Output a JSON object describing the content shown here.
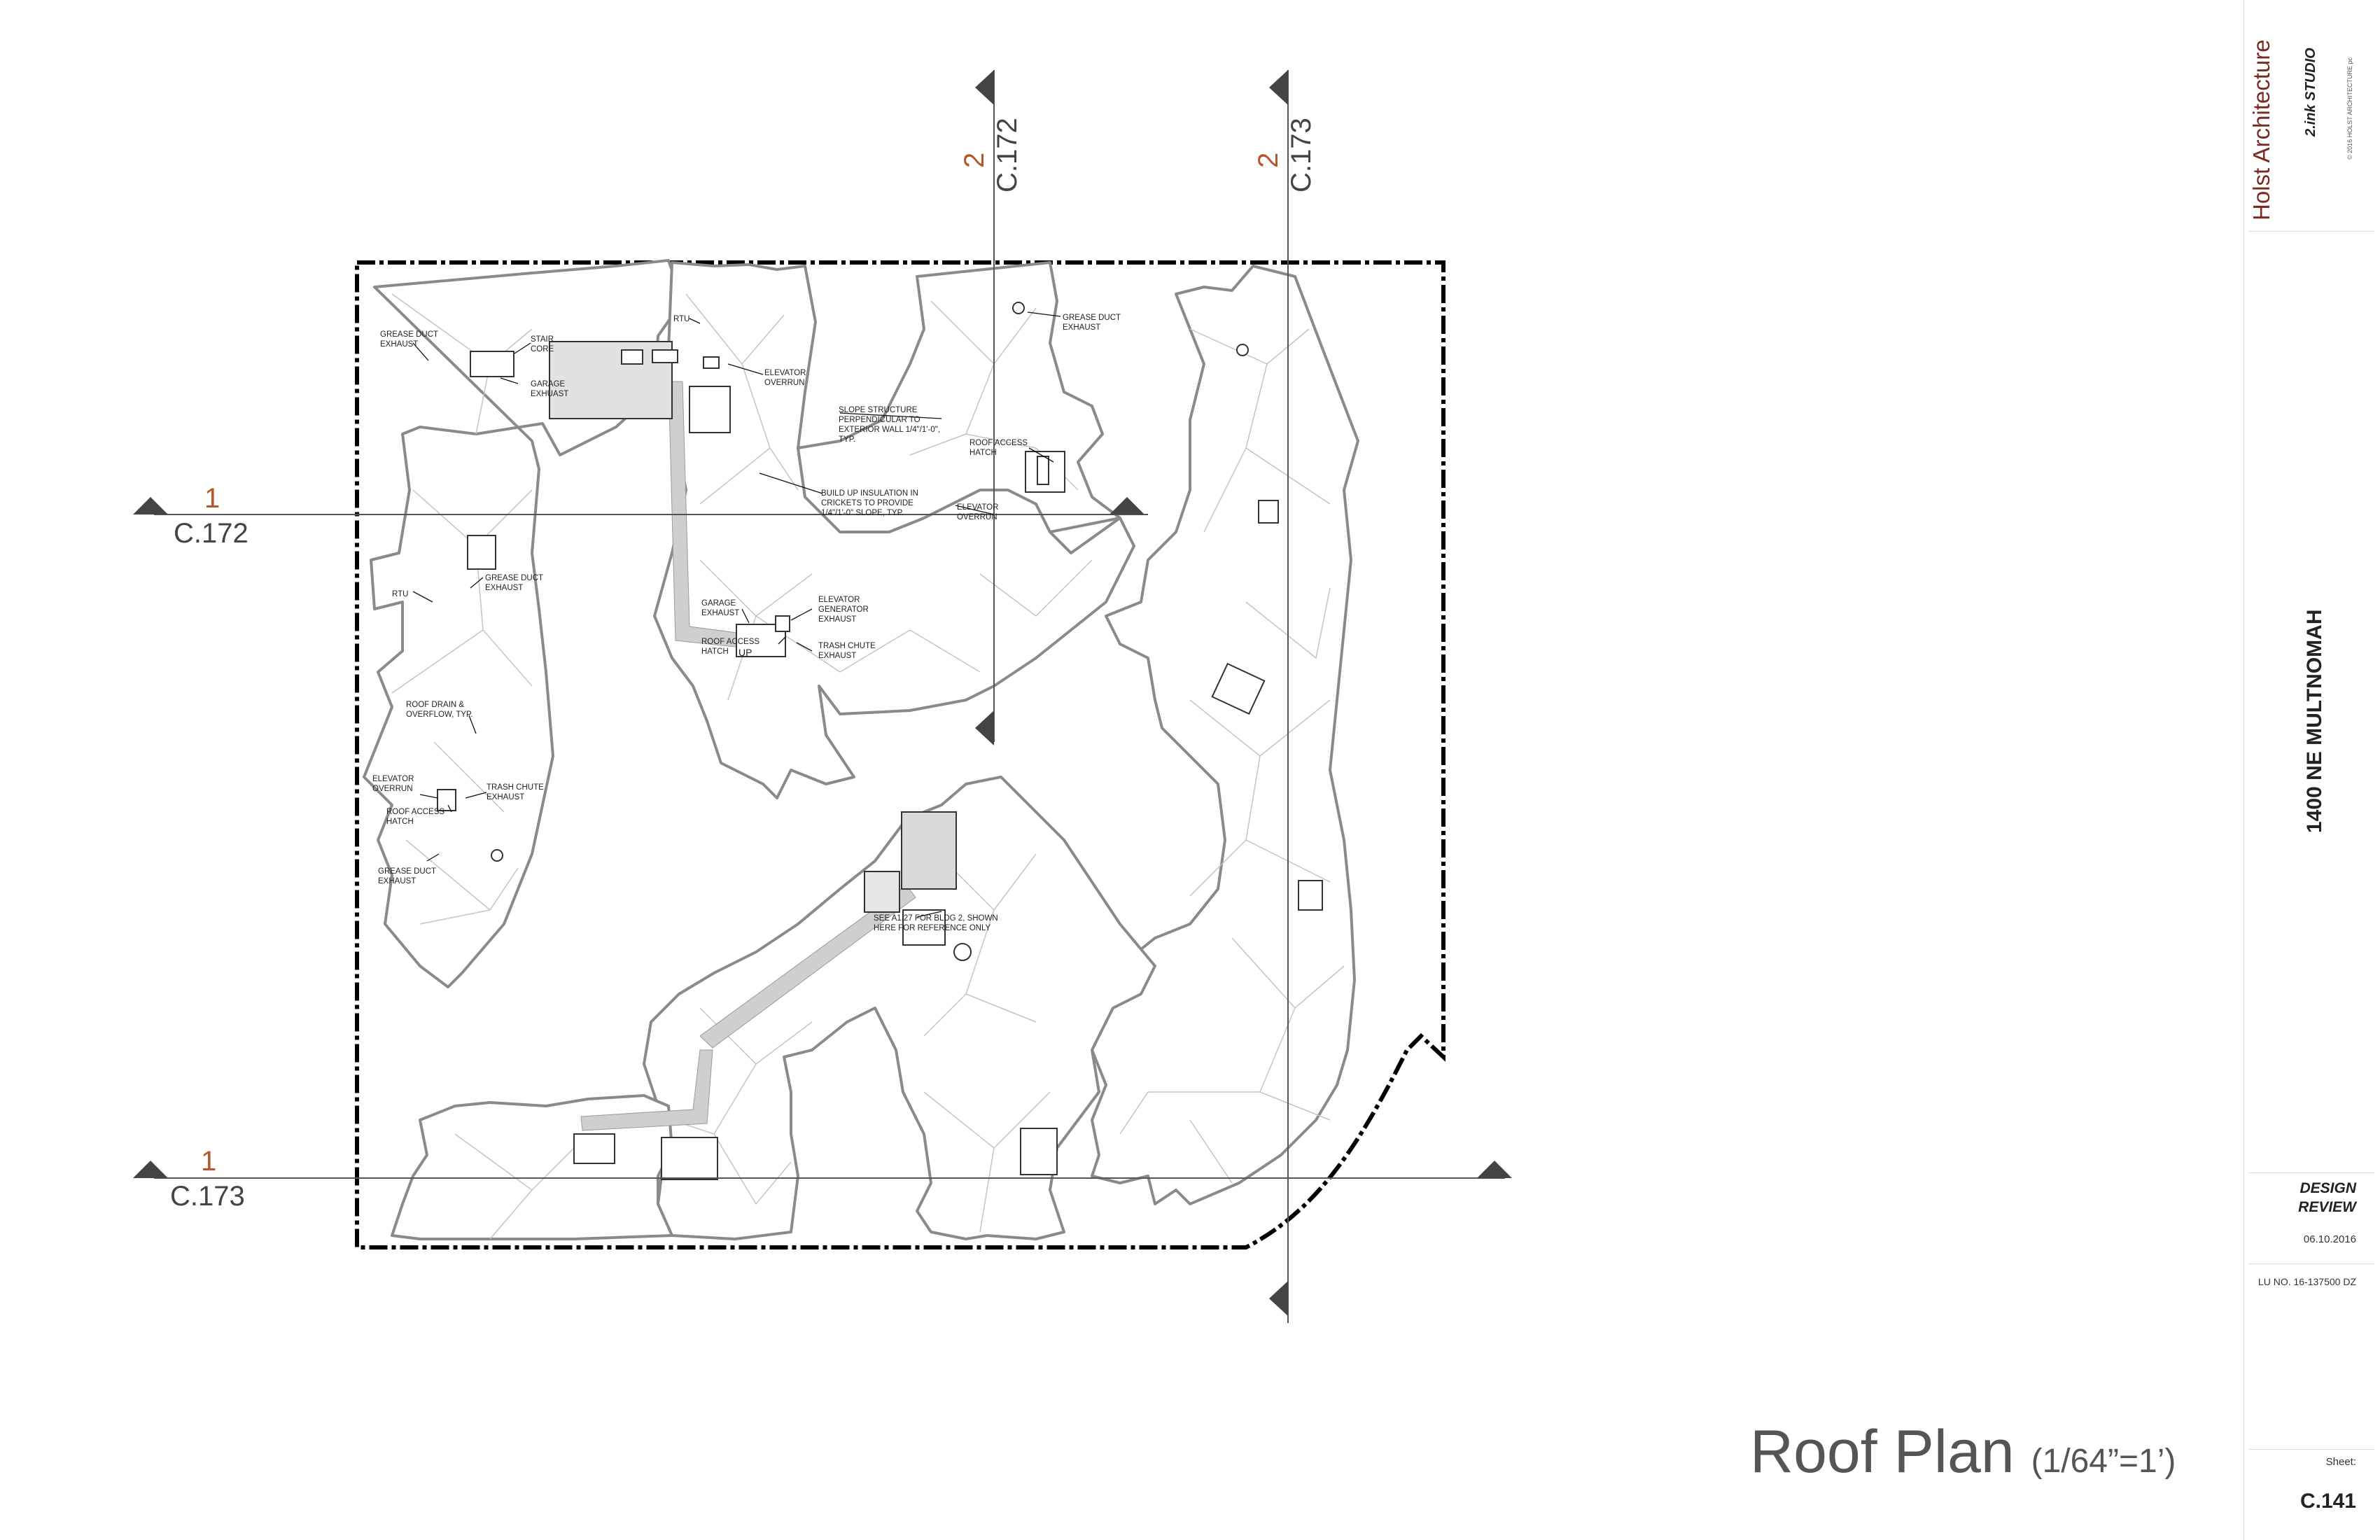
{
  "drawing": {
    "title": "Roof Plan",
    "scale": "(1/64”=1’)"
  },
  "sections": {
    "s1_172": {
      "num": "1",
      "ref": "C.172"
    },
    "s1_173": {
      "num": "1",
      "ref": "C.173"
    },
    "s2_172": {
      "num": "2",
      "ref": "C.172"
    },
    "s2_173": {
      "num": "2",
      "ref": "C.173"
    }
  },
  "notes": [
    [
      "GREASE DUCT",
      "EXHAUST"
    ],
    [
      "STAIR",
      "CORE"
    ],
    [
      "GARAGE",
      "EXHUAST"
    ],
    [
      "RTU"
    ],
    [
      "ELEVATOR",
      "OVERRUN"
    ],
    [
      "GREASE DUCT",
      "EXHAUST"
    ],
    [
      "SLOPE STRUCTURE",
      "PERPENDICULAR TO",
      "EXTERIOR WALL 1/4\"/1'-0\",",
      "TYP."
    ],
    [
      "ROOF ACCESS",
      "HATCH"
    ],
    [
      "BUILD UP INSULATION IN",
      "CRICKETS TO PROVIDE",
      "1/4\"/1'-0\" SLOPE, TYP."
    ],
    [
      "ELEVATOR",
      "OVERRUN"
    ],
    [
      "RTU"
    ],
    [
      "GREASE DUCT",
      "EXHAUST"
    ],
    [
      "GARAGE",
      "EXHAUST"
    ],
    [
      "ELEVATOR",
      "GENERATOR",
      "EXHAUST"
    ],
    [
      "ROOF ACCESS",
      "HATCH"
    ],
    [
      "TRASH CHUTE",
      "EXHAUST"
    ],
    [
      "ROOF DRAIN &",
      "OVERFLOW, TYP."
    ],
    [
      "ELEVATOR",
      "OVERRUN"
    ],
    [
      "TRASH CHUTE",
      "EXHAUST"
    ],
    [
      "ROOF ACCESS",
      "HATCH"
    ],
    [
      "GREASE DUCT",
      "EXHAUST"
    ],
    [
      "SEE A1.27 FOR BLDG 2, SHOWN",
      "HERE FOR REFERENCE ONLY"
    ],
    [
      "UP"
    ]
  ],
  "title_block": {
    "firm": "Holst Architecture",
    "studio": "2.ink STUDIO",
    "copyright": "© 2016 HOLST ARCHITECTURE pc",
    "project": "1400 NE MULTNOMAH",
    "phase_line1": "DESIGN",
    "phase_line2": "REVIEW",
    "date": "06.10.2016",
    "lu_number": "LU NO. 16-137500 DZ",
    "sheet_label": "Sheet:",
    "sheet_number": "C.141"
  },
  "colors": {
    "firm": "#7a2a22",
    "section_number": "#b5562d",
    "section_ref": "#444444",
    "roof_outline": "#8a8a8a",
    "boundary": "#000000"
  }
}
